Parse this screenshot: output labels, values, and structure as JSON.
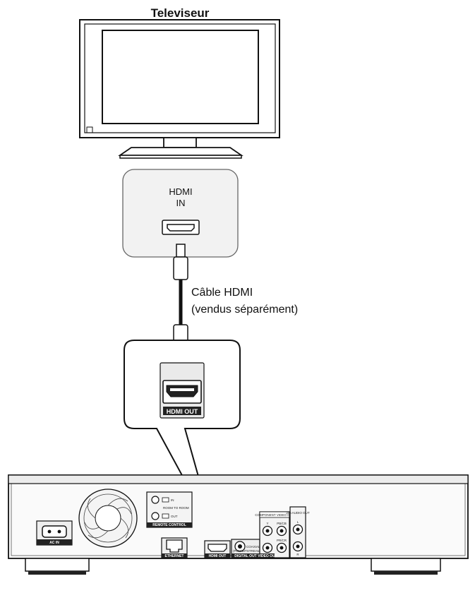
{
  "tv": {
    "label": "Televiseur"
  },
  "tv_port": {
    "label_line1": "HDMI",
    "label_line2": "IN"
  },
  "cable": {
    "label_line1": "Câble HDMI",
    "label_line2": "(vendus séparément)"
  },
  "player_port": {
    "label": "HDMI OUT"
  },
  "rear_panel": {
    "ac_in": "AC IN",
    "ethernet": "ETHERNET",
    "hdmi_out": "HDMI OUT",
    "digital_out": "DIGITAL OUT",
    "coaxial": "COAXIAL",
    "bitstream": "(PCM/BITSTREAM)",
    "video_out": "VIDEO OUT",
    "component_video_out": "COMPONENT VIDEO OUT",
    "comp_y": "Y",
    "comp_pb": "PB/CB",
    "comp_pr": "PR/CR",
    "audio_out": "2ch AUDIO OUT",
    "audio_l": "L",
    "audio_r": "R",
    "room_to_room": "ROOM TO ROOM",
    "remote_control": "REMOTE CONTROL",
    "in_label": "IN",
    "out_label": "OUT"
  }
}
